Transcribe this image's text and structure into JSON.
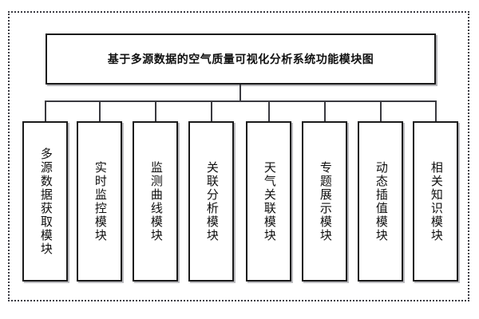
{
  "figure": {
    "type": "hierarchy-tree",
    "orientation": "top-down",
    "frame_style": "dotted",
    "colors": {
      "background": "#ffffff",
      "box_border": "#1a1a1a",
      "connector": "#3a3a40",
      "frame": "#3b3b43",
      "text": "#101010",
      "shadow": "#787880"
    }
  },
  "root": {
    "label": "基于多源数据的空气质量可视化分析系统功能模块图"
  },
  "modules": [
    {
      "label": "多源数据获取模块"
    },
    {
      "label": "实时监控模块"
    },
    {
      "label": "监测曲线模块"
    },
    {
      "label": "关联分析模块"
    },
    {
      "label": "天气关联模块"
    },
    {
      "label": "专题展示模块"
    },
    {
      "label": "动态插值模块"
    },
    {
      "label": "相关知识模块"
    }
  ]
}
